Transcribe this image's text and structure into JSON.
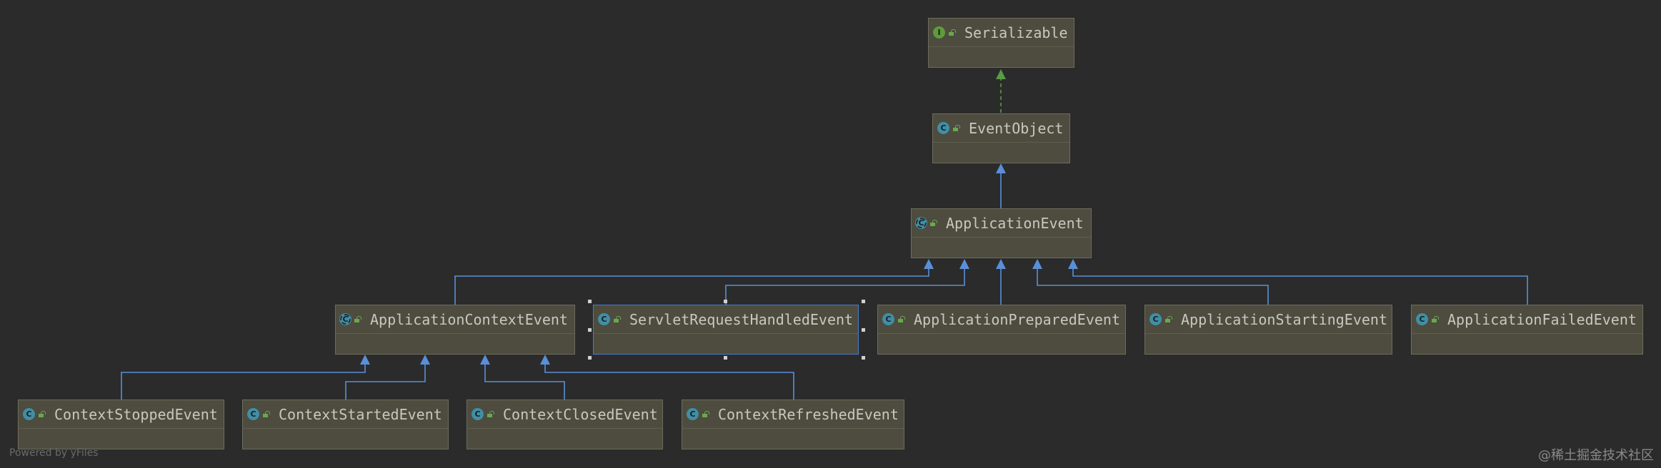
{
  "nodes": {
    "serializable": {
      "label": "Serializable",
      "kind": "interface",
      "badge": "I"
    },
    "eventobject": {
      "label": "EventObject",
      "kind": "class",
      "badge": "C"
    },
    "applicationevent": {
      "label": "ApplicationEvent",
      "kind": "abstract",
      "badge": "C"
    },
    "applicationcontextevent": {
      "label": "ApplicationContextEvent",
      "kind": "abstract",
      "badge": "C"
    },
    "servletrequesthandledevent": {
      "label": "ServletRequestHandledEvent",
      "kind": "class",
      "badge": "C"
    },
    "applicationpreparedevent": {
      "label": "ApplicationPreparedEvent",
      "kind": "class",
      "badge": "C"
    },
    "applicationstartingevent": {
      "label": "ApplicationStartingEvent",
      "kind": "class",
      "badge": "C"
    },
    "applicationfailedevent": {
      "label": "ApplicationFailedEvent",
      "kind": "class",
      "badge": "C"
    },
    "contextstoppedevent": {
      "label": "ContextStoppedEvent",
      "kind": "class",
      "badge": "C"
    },
    "contextstartedevent": {
      "label": "ContextStartedEvent",
      "kind": "class",
      "badge": "C"
    },
    "contextclosedevent": {
      "label": "ContextClosedEvent",
      "kind": "class",
      "badge": "C"
    },
    "contextrefreshedevent": {
      "label": "ContextRefreshedEvent",
      "kind": "class",
      "badge": "C"
    }
  },
  "edges": [
    {
      "from": "eventobject",
      "to": "serializable",
      "type": "implements"
    },
    {
      "from": "applicationevent",
      "to": "eventobject",
      "type": "extends"
    },
    {
      "from": "applicationcontextevent",
      "to": "applicationevent",
      "type": "extends"
    },
    {
      "from": "servletrequesthandledevent",
      "to": "applicationevent",
      "type": "extends"
    },
    {
      "from": "applicationpreparedevent",
      "to": "applicationevent",
      "type": "extends"
    },
    {
      "from": "applicationstartingevent",
      "to": "applicationevent",
      "type": "extends"
    },
    {
      "from": "applicationfailedevent",
      "to": "applicationevent",
      "type": "extends"
    },
    {
      "from": "contextstoppedevent",
      "to": "applicationcontextevent",
      "type": "extends"
    },
    {
      "from": "contextstartedevent",
      "to": "applicationcontextevent",
      "type": "extends"
    },
    {
      "from": "contextclosedevent",
      "to": "applicationcontextevent",
      "type": "extends"
    },
    {
      "from": "contextrefreshedevent",
      "to": "applicationcontextevent",
      "type": "extends"
    }
  ],
  "selected_node": "servletrequesthandledevent",
  "footer": {
    "powered_by": "Powered by yFiles",
    "watermark": "@稀土掘金技术社区"
  },
  "colors": {
    "background": "#2b2b2b",
    "node_fill": "#4d4c3f",
    "extends_edge": "#5a8fd8",
    "implements_edge": "#5a9b45",
    "class_badge": "#3f8fa6",
    "interface_badge": "#5f9b3a"
  }
}
